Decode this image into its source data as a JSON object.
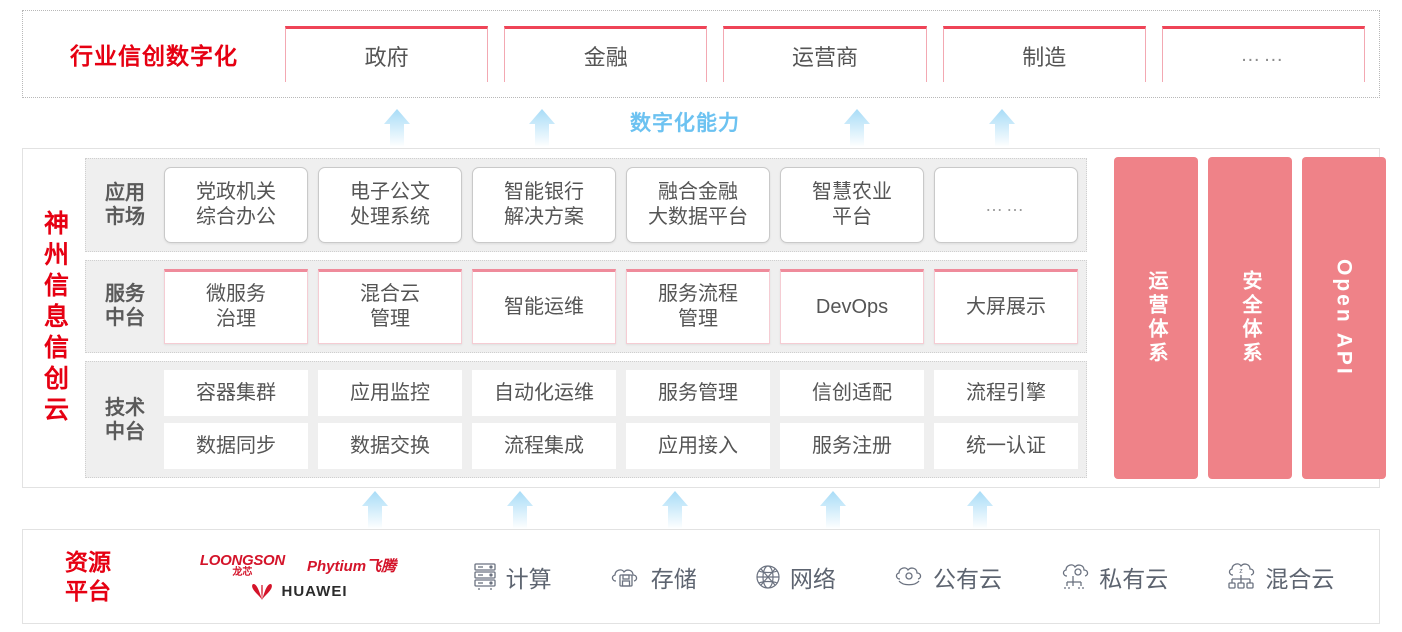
{
  "colors": {
    "brand_red": "#e60012",
    "card_top_red": "#ef4457",
    "pillar_pink": "#ef8288",
    "capability_blue": "#6cc2f1",
    "band_gray": "#efefef"
  },
  "industry": {
    "title": "行业信创数字化",
    "cards": [
      {
        "label": "政府"
      },
      {
        "label": "金融"
      },
      {
        "label": "运营商"
      },
      {
        "label": "制造"
      },
      {
        "label": "……"
      }
    ]
  },
  "capability": {
    "label": "数字化能力",
    "arrow_count": 4
  },
  "cloud": {
    "title": "神州信息信创云",
    "layers": [
      {
        "name": "应用\n市场",
        "style": "app",
        "rows": [
          [
            {
              "label": "党政机关\n综合办公"
            },
            {
              "label": "电子公文\n处理系统"
            },
            {
              "label": "智能银行\n解决方案"
            },
            {
              "label": "融合金融\n大数据平台"
            },
            {
              "label": "智慧农业\n平台"
            },
            {
              "label": "……",
              "ellipsis": true
            }
          ]
        ]
      },
      {
        "name": "服务\n中台",
        "style": "svc",
        "rows": [
          [
            {
              "label": "微服务\n治理"
            },
            {
              "label": "混合云\n管理"
            },
            {
              "label": "智能运维"
            },
            {
              "label": "服务流程\n管理"
            },
            {
              "label": "DevOps"
            },
            {
              "label": "大屏展示"
            }
          ]
        ]
      },
      {
        "name": "技术\n中台",
        "style": "tech",
        "rows": [
          [
            {
              "label": "容器集群"
            },
            {
              "label": "应用监控"
            },
            {
              "label": "自动化运维"
            },
            {
              "label": "服务管理"
            },
            {
              "label": "信创适配"
            },
            {
              "label": "流程引擎"
            }
          ],
          [
            {
              "label": "数据同步"
            },
            {
              "label": "数据交换"
            },
            {
              "label": "流程集成"
            },
            {
              "label": "应用接入"
            },
            {
              "label": "服务注册"
            },
            {
              "label": "统一认证"
            }
          ]
        ]
      }
    ],
    "pillars": [
      {
        "label": "运营体系",
        "latin": false
      },
      {
        "label": "安全体系",
        "latin": false
      },
      {
        "label": "Open API",
        "latin": true
      }
    ]
  },
  "lower_arrows": {
    "count": 5
  },
  "resource": {
    "title": "资源\n平台",
    "vendors": [
      {
        "name": "LOONGSON",
        "cn": "龙芯",
        "icon": "loongson-logo"
      },
      {
        "name": "Phytium飞腾",
        "icon": "phytium-logo"
      },
      {
        "name": "HUAWEI",
        "icon": "huawei-logo"
      }
    ],
    "items": [
      {
        "label": "计算",
        "icon": "server-icon"
      },
      {
        "label": "存储",
        "icon": "cloud-storage-icon"
      },
      {
        "label": "网络",
        "icon": "network-globe-icon"
      },
      {
        "label": "公有云",
        "icon": "public-cloud-icon"
      },
      {
        "label": "私有云",
        "icon": "private-cloud-icon"
      },
      {
        "label": "混合云",
        "icon": "hybrid-cloud-icon"
      }
    ]
  }
}
